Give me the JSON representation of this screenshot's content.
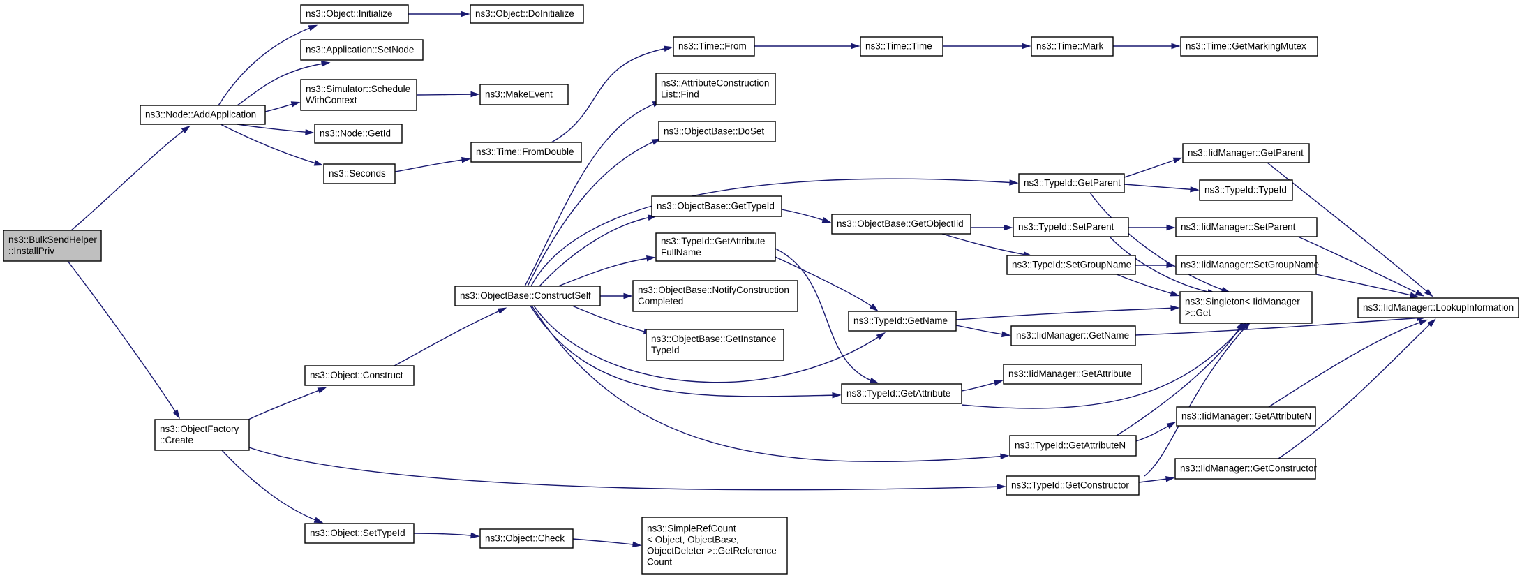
{
  "diagram": {
    "type": "call-graph",
    "nodes": [
      {
        "id": "root",
        "lines": [
          "ns3::BulkSendHelper",
          "::InstallPriv"
        ],
        "highlight": true
      },
      {
        "id": "addapp",
        "lines": [
          "ns3::Node::AddApplication"
        ]
      },
      {
        "id": "ofcreate",
        "lines": [
          "ns3::ObjectFactory",
          "::Create"
        ]
      },
      {
        "id": "objinit",
        "lines": [
          "ns3::Object::Initialize"
        ]
      },
      {
        "id": "appsetnode",
        "lines": [
          "ns3::Application::SetNode"
        ]
      },
      {
        "id": "schedctx",
        "lines": [
          "ns3::Simulator::Schedule",
          "WithContext"
        ]
      },
      {
        "id": "nodegetid",
        "lines": [
          "ns3::Node::GetId"
        ]
      },
      {
        "id": "seconds",
        "lines": [
          "ns3::Seconds"
        ]
      },
      {
        "id": "objconstruct",
        "lines": [
          "ns3::Object::Construct"
        ]
      },
      {
        "id": "objsettypeid",
        "lines": [
          "ns3::Object::SetTypeId"
        ]
      },
      {
        "id": "doinit",
        "lines": [
          "ns3::Object::DoInitialize"
        ]
      },
      {
        "id": "makeevent",
        "lines": [
          "ns3::MakeEvent"
        ]
      },
      {
        "id": "fromdouble",
        "lines": [
          "ns3::Time::FromDouble"
        ]
      },
      {
        "id": "constructself",
        "lines": [
          "ns3::ObjectBase::ConstructSelf"
        ]
      },
      {
        "id": "objcheck",
        "lines": [
          "ns3::Object::Check"
        ]
      },
      {
        "id": "timefrom",
        "lines": [
          "ns3::Time::From"
        ]
      },
      {
        "id": "acfind",
        "lines": [
          "ns3::AttributeConstruction",
          "List::Find"
        ]
      },
      {
        "id": "doset",
        "lines": [
          "ns3::ObjectBase::DoSet"
        ]
      },
      {
        "id": "obgettypeid",
        "lines": [
          "ns3::ObjectBase::GetTypeId"
        ]
      },
      {
        "id": "getattrfullname",
        "lines": [
          "ns3::TypeId::GetAttribute",
          "FullName"
        ]
      },
      {
        "id": "notifyconstr",
        "lines": [
          "ns3::ObjectBase::NotifyConstruction",
          "Completed"
        ]
      },
      {
        "id": "getinsttypeid",
        "lines": [
          "ns3::ObjectBase::GetInstance",
          "TypeId"
        ]
      },
      {
        "id": "simplerefcount",
        "lines": [
          "ns3::SimpleRefCount",
          "< Object, ObjectBase,",
          "ObjectDeleter >::GetReference",
          "Count"
        ]
      },
      {
        "id": "timetime",
        "lines": [
          "ns3::Time::Time"
        ]
      },
      {
        "id": "getobjectiid",
        "lines": [
          "ns3::ObjectBase::GetObjectIid"
        ]
      },
      {
        "id": "tidgetname",
        "lines": [
          "ns3::TypeId::GetName"
        ]
      },
      {
        "id": "tidgetattribute",
        "lines": [
          "ns3::TypeId::GetAttribute"
        ]
      },
      {
        "id": "timemark",
        "lines": [
          "ns3::Time::Mark"
        ]
      },
      {
        "id": "tidgetparent",
        "lines": [
          "ns3::TypeId::GetParent"
        ]
      },
      {
        "id": "tidsetparent",
        "lines": [
          "ns3::TypeId::SetParent"
        ]
      },
      {
        "id": "tidsetgroupname",
        "lines": [
          "ns3::TypeId::SetGroupName"
        ]
      },
      {
        "id": "iidgetname",
        "lines": [
          "ns3::IidManager::GetName"
        ]
      },
      {
        "id": "iidgetattribute",
        "lines": [
          "ns3::IidManager::GetAttribute"
        ]
      },
      {
        "id": "tidgetattributen",
        "lines": [
          "ns3::TypeId::GetAttributeN"
        ]
      },
      {
        "id": "tidgetconstructor",
        "lines": [
          "ns3::TypeId::GetConstructor"
        ]
      },
      {
        "id": "getmarkingmutex",
        "lines": [
          "ns3::Time::GetMarkingMutex"
        ]
      },
      {
        "id": "iidgetparent",
        "lines": [
          "ns3::IidManager::GetParent"
        ]
      },
      {
        "id": "tidtypeid",
        "lines": [
          "ns3::TypeId::TypeId"
        ]
      },
      {
        "id": "iidsetparent",
        "lines": [
          "ns3::IidManager::SetParent"
        ]
      },
      {
        "id": "iidsetgroupname",
        "lines": [
          "ns3::IidManager::SetGroupName"
        ]
      },
      {
        "id": "singletonget",
        "lines": [
          "ns3::Singleton< IidManager",
          " >::Get"
        ]
      },
      {
        "id": "iidgetattributen",
        "lines": [
          "ns3::IidManager::GetAttributeN"
        ]
      },
      {
        "id": "iidgetconstructor",
        "lines": [
          "ns3::IidManager::GetConstructor"
        ]
      },
      {
        "id": "lookupinfo",
        "lines": [
          "ns3::IidManager::LookupInformation"
        ]
      }
    ],
    "edges": [
      [
        "root",
        "addapp"
      ],
      [
        "root",
        "ofcreate"
      ],
      [
        "addapp",
        "objinit"
      ],
      [
        "addapp",
        "appsetnode"
      ],
      [
        "addapp",
        "schedctx"
      ],
      [
        "addapp",
        "nodegetid"
      ],
      [
        "addapp",
        "seconds"
      ],
      [
        "objinit",
        "doinit"
      ],
      [
        "schedctx",
        "makeevent"
      ],
      [
        "seconds",
        "fromdouble"
      ],
      [
        "fromdouble",
        "timefrom"
      ],
      [
        "timefrom",
        "timetime"
      ],
      [
        "timetime",
        "timemark"
      ],
      [
        "timemark",
        "getmarkingmutex"
      ],
      [
        "ofcreate",
        "objconstruct"
      ],
      [
        "ofcreate",
        "objsettypeid"
      ],
      [
        "ofcreate",
        "tidgetconstructor"
      ],
      [
        "objconstruct",
        "constructself"
      ],
      [
        "objsettypeid",
        "objcheck"
      ],
      [
        "objcheck",
        "simplerefcount"
      ],
      [
        "constructself",
        "acfind"
      ],
      [
        "constructself",
        "doset"
      ],
      [
        "constructself",
        "obgettypeid"
      ],
      [
        "constructself",
        "getattrfullname"
      ],
      [
        "constructself",
        "notifyconstr"
      ],
      [
        "constructself",
        "getinsttypeid"
      ],
      [
        "constructself",
        "tidgetparent"
      ],
      [
        "constructself",
        "tidgetname"
      ],
      [
        "constructself",
        "tidgetattribute"
      ],
      [
        "constructself",
        "tidgetattributen"
      ],
      [
        "obgettypeid",
        "getobjectiid"
      ],
      [
        "getattrfullname",
        "tidgetname"
      ],
      [
        "getattrfullname",
        "tidgetattribute"
      ],
      [
        "getobjectiid",
        "tidsetparent"
      ],
      [
        "getobjectiid",
        "tidsetgroupname"
      ],
      [
        "tidgetparent",
        "iidgetparent"
      ],
      [
        "tidgetparent",
        "tidtypeid"
      ],
      [
        "tidgetparent",
        "singletonget"
      ],
      [
        "tidsetparent",
        "iidsetparent"
      ],
      [
        "tidsetparent",
        "singletonget"
      ],
      [
        "tidsetgroupname",
        "iidsetgroupname"
      ],
      [
        "tidsetgroupname",
        "singletonget"
      ],
      [
        "tidgetname",
        "singletonget"
      ],
      [
        "tidgetname",
        "iidgetname"
      ],
      [
        "tidgetattribute",
        "iidgetattribute"
      ],
      [
        "tidgetattribute",
        "singletonget"
      ],
      [
        "tidgetattributen",
        "iidgetattributen"
      ],
      [
        "tidgetattributen",
        "singletonget"
      ],
      [
        "tidgetconstructor",
        "iidgetconstructor"
      ],
      [
        "tidgetconstructor",
        "singletonget"
      ],
      [
        "iidgetparent",
        "lookupinfo"
      ],
      [
        "iidsetparent",
        "lookupinfo"
      ],
      [
        "iidsetgroupname",
        "lookupinfo"
      ],
      [
        "iidgetname",
        "lookupinfo"
      ],
      [
        "iidgetattributen",
        "lookupinfo"
      ],
      [
        "iidgetconstructor",
        "lookupinfo"
      ]
    ]
  }
}
